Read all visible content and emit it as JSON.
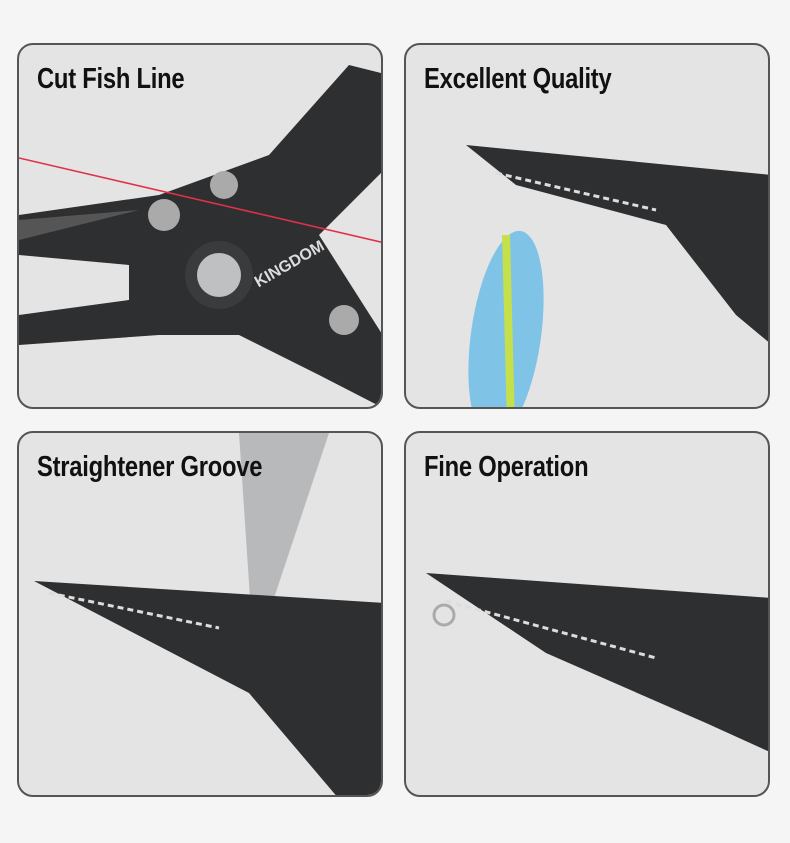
{
  "panels": [
    {
      "title": "Cut Fish Line",
      "brand": "KINGDOM"
    },
    {
      "title": "Excellent Quality"
    },
    {
      "title": "Straightener Groove"
    },
    {
      "title": "Fine Operation"
    }
  ],
  "colors": {
    "panel_bg": "#e4e4e4",
    "border": "#555555",
    "tool": "#2e2f31",
    "line": "#e0304a"
  }
}
